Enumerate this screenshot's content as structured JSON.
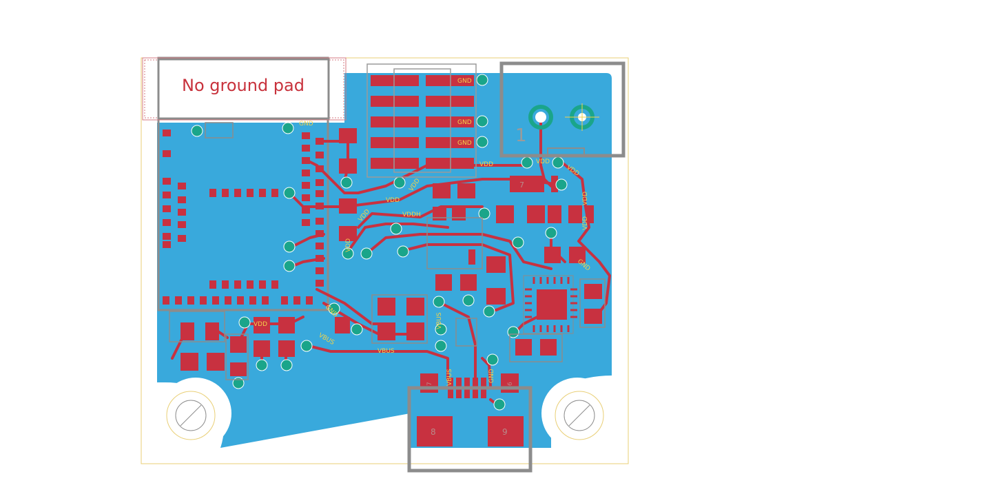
{
  "annotation": {
    "label": "No ground pad"
  },
  "net_labels": {
    "gnd_1": "GND",
    "gnd_2": "GND",
    "gnd_3": "GND",
    "gnd_4": "GND",
    "gnd_5": "GND",
    "gnd_6": "GND",
    "gnd_7": "GND",
    "gnd_8": "GND",
    "vdd_1": "VDD",
    "vdd_2": "VDD",
    "vdd_3": "VDD",
    "vdd_4": "VDD",
    "vdd_5": "VDD",
    "vdd_6": "VDD",
    "vdd_7": "VDD",
    "vdd_8": "VDD",
    "vdd_9": "VDD",
    "vddh": "VDDH",
    "vbus_1": "VBUS",
    "vbus_2": "VBUS",
    "vbus_3": "VBUS",
    "vbus_4": "VBUS"
  },
  "pin_numbers": {
    "p1": "1",
    "p6": "6",
    "p7": "7",
    "p8": "8",
    "p9": "9",
    "p7b": "7"
  },
  "colors": {
    "copper_pour": "#39a9dc",
    "copper_trace": "#c83140",
    "via_ring": "#1aa58a",
    "outline": "#8c8c8c",
    "board_edge": "#e9cf75",
    "net_label": "#f2d24b"
  }
}
